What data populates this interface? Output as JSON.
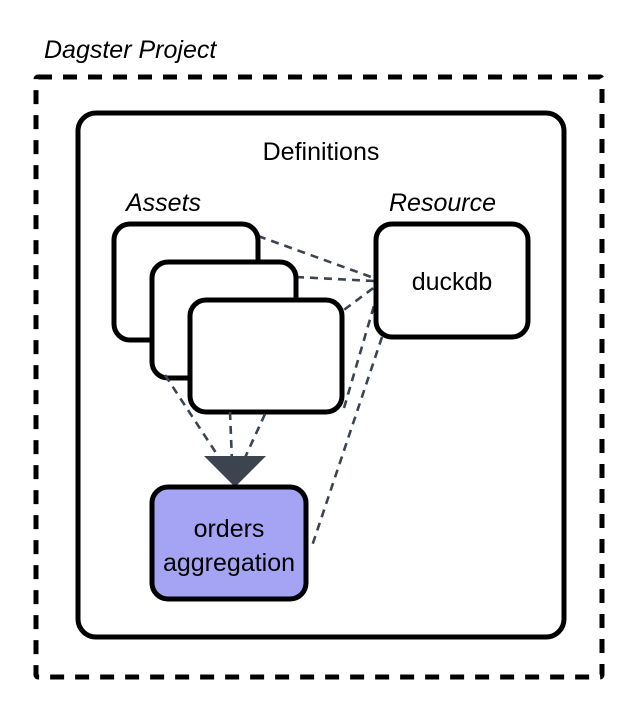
{
  "diagram": {
    "type": "architecture-diagram",
    "title": "Dagster Project",
    "colors": {
      "background": "#ffffff",
      "outline": "#000000",
      "asset_fill": "#ffffff",
      "highlight_asset_fill": "#A5A3F3",
      "dependency_line": "#3C4450",
      "arrow_head": "#3C4450"
    },
    "outer_container": {
      "label": "Dagster Project",
      "border_style": "dashed"
    },
    "definitions_container": {
      "label": "Definitions",
      "border_style": "solid"
    },
    "groups": [
      {
        "id": "assets",
        "label": "Assets"
      },
      {
        "id": "resource",
        "label": "Resource"
      }
    ],
    "nodes": [
      {
        "id": "asset-stack-1",
        "label": "",
        "group": "assets",
        "fill": "white"
      },
      {
        "id": "asset-stack-2",
        "label": "",
        "group": "assets",
        "fill": "white"
      },
      {
        "id": "asset-stack-3",
        "label": "",
        "group": "assets",
        "fill": "white"
      },
      {
        "id": "duckdb",
        "label": "duckdb",
        "group": "resource",
        "fill": "white"
      },
      {
        "id": "orders-aggregation",
        "label_line1": "orders",
        "label_line2": "aggregation",
        "group": "assets",
        "fill": "purple"
      }
    ],
    "edges": [
      {
        "from": "asset-stack-1",
        "to": "duckdb",
        "style": "dashed",
        "arrow": false
      },
      {
        "from": "asset-stack-2",
        "to": "duckdb",
        "style": "dashed",
        "arrow": false
      },
      {
        "from": "asset-stack-3",
        "to": "duckdb",
        "style": "dashed",
        "arrow": false
      },
      {
        "from": "asset-stack-1",
        "to": "orders-aggregation",
        "style": "dashed",
        "arrow": true
      },
      {
        "from": "asset-stack-2",
        "to": "orders-aggregation",
        "style": "dashed",
        "arrow": true
      },
      {
        "from": "asset-stack-3",
        "to": "orders-aggregation",
        "style": "dashed",
        "arrow": true
      },
      {
        "from": "duckdb",
        "to": "orders-aggregation",
        "style": "dashed",
        "arrow": false
      }
    ]
  }
}
